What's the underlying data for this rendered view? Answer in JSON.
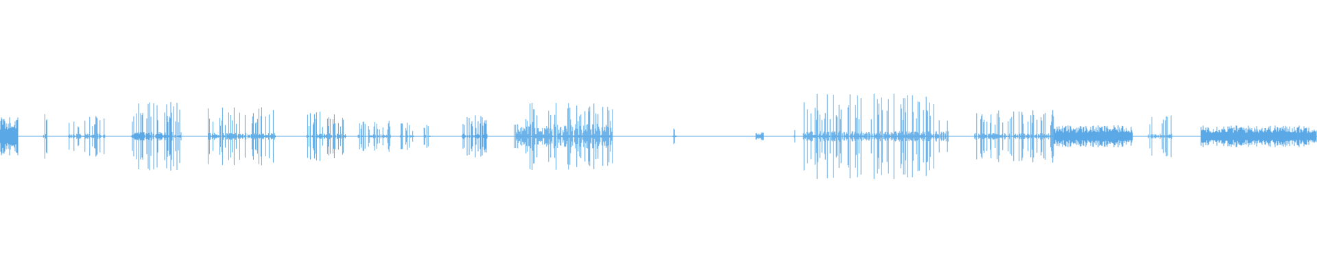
{
  "waveform": {
    "color": "#5AA9E6",
    "background": "#FFFFFF",
    "bursts": [
      {
        "start": 0.0,
        "end": 0.014,
        "amp": 0.09,
        "pattern": "dense"
      },
      {
        "start": 0.033,
        "end": 0.036,
        "amp": 0.1,
        "pattern": "spikes"
      },
      {
        "start": 0.052,
        "end": 0.08,
        "amp": 0.08,
        "pattern": "spikes"
      },
      {
        "start": 0.1,
        "end": 0.138,
        "amp": 0.13,
        "pattern": "spikes"
      },
      {
        "start": 0.158,
        "end": 0.21,
        "amp": 0.11,
        "pattern": "spikes"
      },
      {
        "start": 0.233,
        "end": 0.263,
        "amp": 0.09,
        "pattern": "spikes"
      },
      {
        "start": 0.272,
        "end": 0.297,
        "amp": 0.06,
        "pattern": "spikes"
      },
      {
        "start": 0.304,
        "end": 0.314,
        "amp": 0.05,
        "pattern": "spikes"
      },
      {
        "start": 0.322,
        "end": 0.327,
        "amp": 0.05,
        "pattern": "spikes"
      },
      {
        "start": 0.35,
        "end": 0.37,
        "amp": 0.08,
        "pattern": "spikes"
      },
      {
        "start": 0.39,
        "end": 0.465,
        "amp": 0.13,
        "pattern": "mixed"
      },
      {
        "start": 0.51,
        "end": 0.514,
        "amp": 0.03,
        "pattern": "spikes"
      },
      {
        "start": 0.574,
        "end": 0.58,
        "amp": 0.02,
        "pattern": "dense"
      },
      {
        "start": 0.603,
        "end": 0.605,
        "amp": 0.04,
        "pattern": "spikes"
      },
      {
        "start": 0.61,
        "end": 0.72,
        "amp": 0.16,
        "pattern": "spikes"
      },
      {
        "start": 0.74,
        "end": 0.8,
        "amp": 0.1,
        "pattern": "spikes"
      },
      {
        "start": 0.8,
        "end": 0.86,
        "amp": 0.05,
        "pattern": "dense"
      },
      {
        "start": 0.872,
        "end": 0.89,
        "amp": 0.08,
        "pattern": "spikes"
      },
      {
        "start": 0.912,
        "end": 1.0,
        "amp": 0.05,
        "pattern": "dense"
      }
    ]
  }
}
